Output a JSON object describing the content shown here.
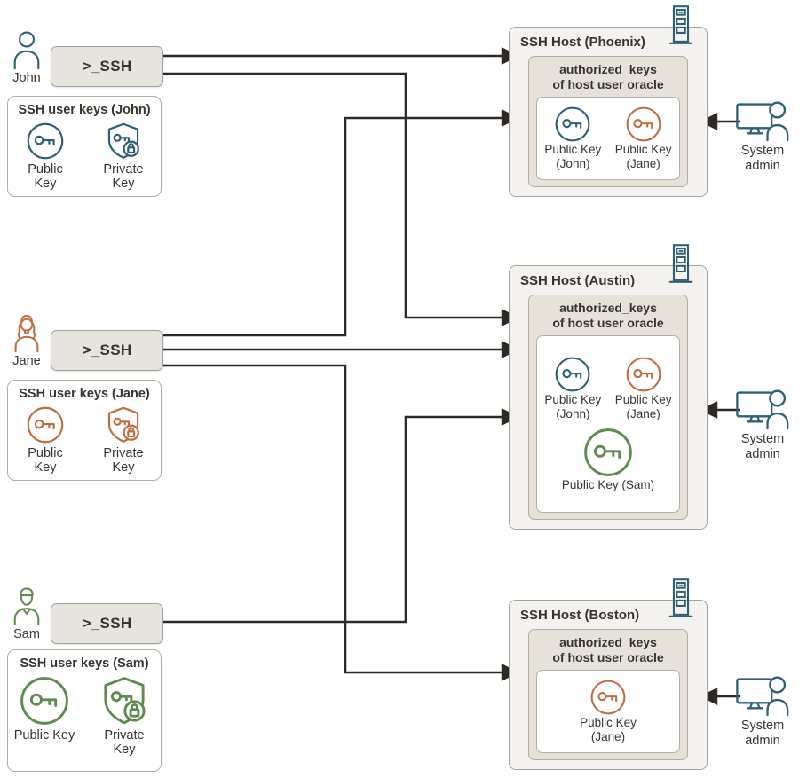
{
  "diagram": {
    "title_hint": "SSH user keys distribution to host authorized_keys files",
    "admin_label": "System admin",
    "users": [
      {
        "id": "john",
        "name": "John",
        "terminal_label": ">_SSH",
        "keys_box_title": "SSH user keys (John)",
        "public_key_label": "Public Key",
        "private_key_label": "Private Key",
        "color": "#2e6073"
      },
      {
        "id": "jane",
        "name": "Jane",
        "terminal_label": ">_SSH",
        "keys_box_title": "SSH user keys (Jane)",
        "public_key_label": "Public Key",
        "private_key_label": "Private Key",
        "color": "#bb6f41"
      },
      {
        "id": "sam",
        "name": "Sam",
        "terminal_label": ">_SSH",
        "keys_box_title": "SSH user keys (Sam)",
        "public_key_label": "Public Key",
        "private_key_label": "Private Key",
        "color": "#5f8b4e"
      }
    ],
    "hosts": [
      {
        "id": "phoenix",
        "title": "SSH Host (Phoenix)",
        "auth_line1": "authorized_keys",
        "auth_line2": "of host user oracle",
        "keys": [
          {
            "owner": "john",
            "label": "Public Key (John)"
          },
          {
            "owner": "jane",
            "label": "Public Key (Jane)"
          }
        ]
      },
      {
        "id": "austin",
        "title": "SSH Host (Austin)",
        "auth_line1": "authorized_keys",
        "auth_line2": "of host user oracle",
        "keys": [
          {
            "owner": "john",
            "label": "Public Key (John)"
          },
          {
            "owner": "jane",
            "label": "Public Key (Jane)"
          },
          {
            "owner": "sam",
            "label": "Public Key (Sam)"
          }
        ]
      },
      {
        "id": "boston",
        "title": "SSH Host (Boston)",
        "auth_line1": "authorized_keys",
        "auth_line2": "of host user oracle",
        "keys": [
          {
            "owner": "jane",
            "label": "Public Key (Jane)"
          }
        ]
      }
    ],
    "connections": [
      {
        "from": "john-ssh-terminal",
        "to": "ssh-host-phoenix"
      },
      {
        "from": "john-ssh-terminal",
        "to": "ssh-host-austin"
      },
      {
        "from": "jane-ssh-terminal",
        "to": "ssh-host-phoenix"
      },
      {
        "from": "jane-ssh-terminal",
        "to": "ssh-host-austin"
      },
      {
        "from": "jane-ssh-terminal",
        "to": "ssh-host-boston"
      },
      {
        "from": "sam-ssh-terminal",
        "to": "ssh-host-austin"
      },
      {
        "from": "system-admin",
        "to": "ssh-host-phoenix"
      },
      {
        "from": "system-admin",
        "to": "ssh-host-austin"
      },
      {
        "from": "system-admin",
        "to": "ssh-host-boston"
      }
    ],
    "colors": {
      "line": "#2d2926",
      "teal": "#2e6073",
      "orange": "#bb6f41",
      "green": "#5f8b4e",
      "host_fill": "#f4f2ee",
      "auth_fill": "#e6e2da",
      "terminal_fill": "#e7e4df",
      "border": "#a6a198"
    }
  }
}
